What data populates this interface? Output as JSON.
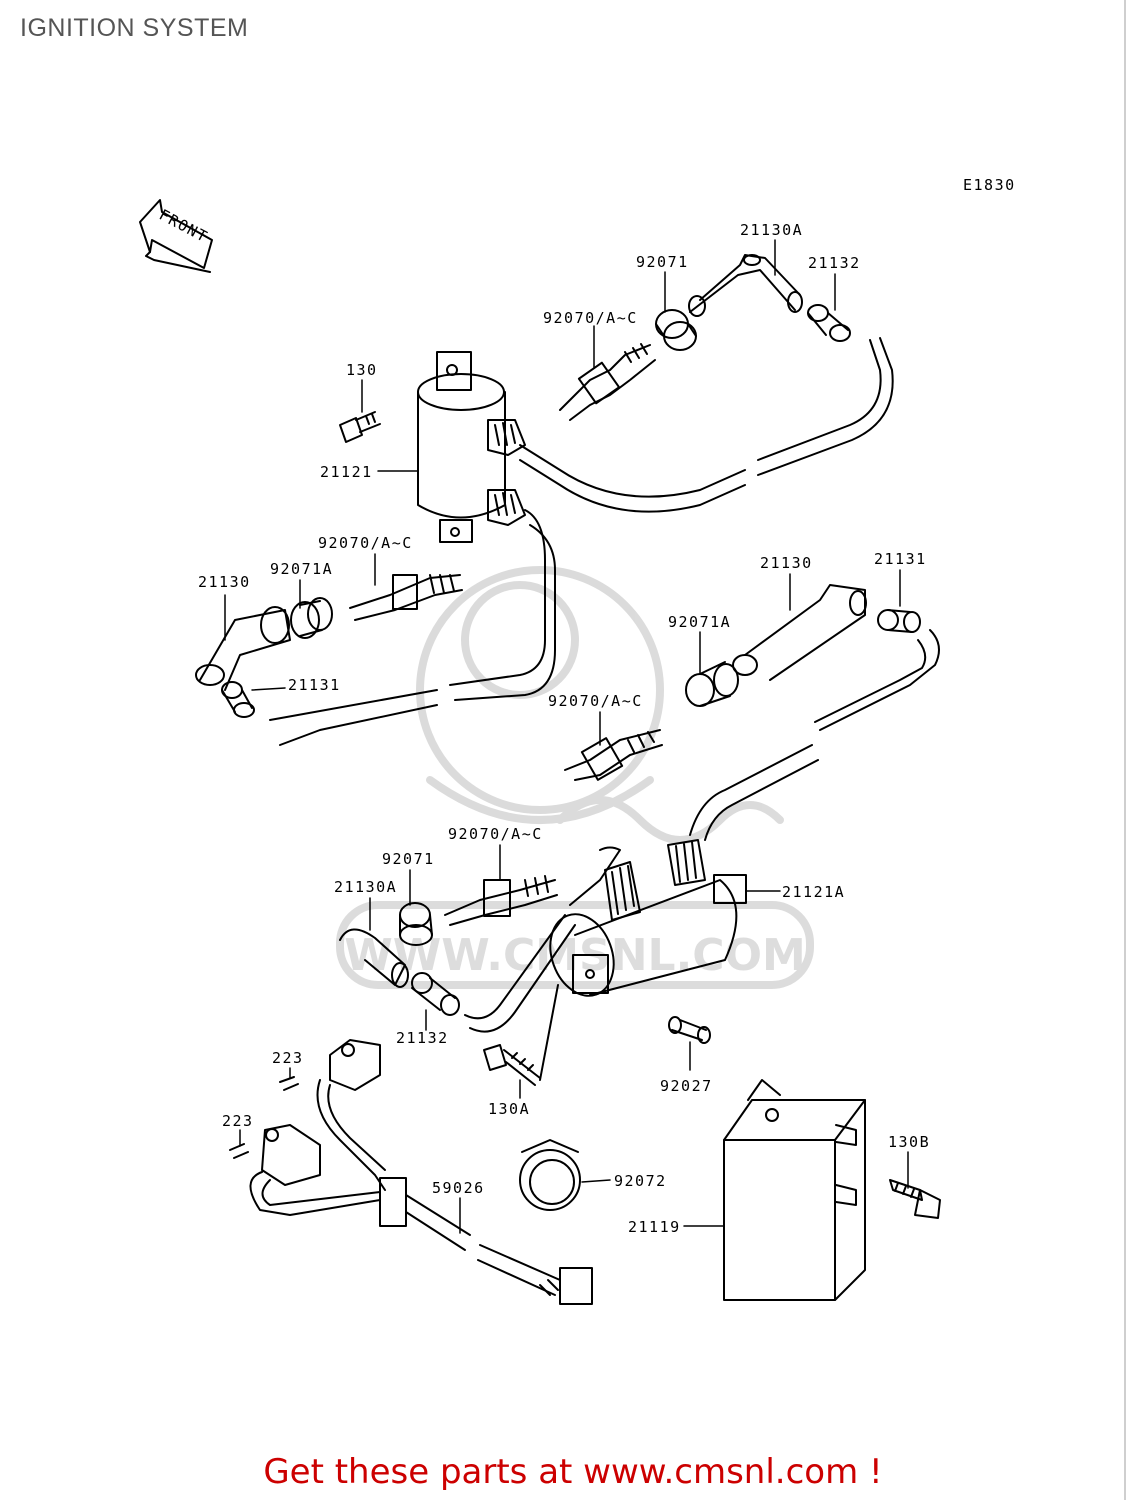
{
  "title": "IGNITION SYSTEM",
  "figure_code": "E1830",
  "front_label": "FRONT",
  "watermark": "WWW.CMSNL.COM",
  "footer": "Get these parts at www.cmsnl.com !",
  "colors": {
    "footer_text": "#cc0000",
    "title_text": "#555555",
    "line_art": "#000000",
    "watermark": "#d8d8d8"
  },
  "part_labels": {
    "p21130A_top": "21130A",
    "p92071_top": "92071",
    "p21132_top": "21132",
    "p92070_top": "92070/A~C",
    "p130": "130",
    "p21121": "21121",
    "p92070_left": "92070/A~C",
    "p21130_left": "21130",
    "p92071A_left": "92071A",
    "p21131_left": "21131",
    "p21130_right": "21130",
    "p21131_right": "21131",
    "p92071A_right": "92071A",
    "p92070_mid": "92070/A~C",
    "p92070_low": "92070/A~C",
    "p92071_low": "92071",
    "p21130A_low": "21130A",
    "p21121A": "21121A",
    "p21132_low": "21132",
    "p92027": "92027",
    "p130A": "130A",
    "p223_a": "223",
    "p223_b": "223",
    "p130B": "130B",
    "p92072": "92072",
    "p59026": "59026",
    "p21119": "21119"
  }
}
